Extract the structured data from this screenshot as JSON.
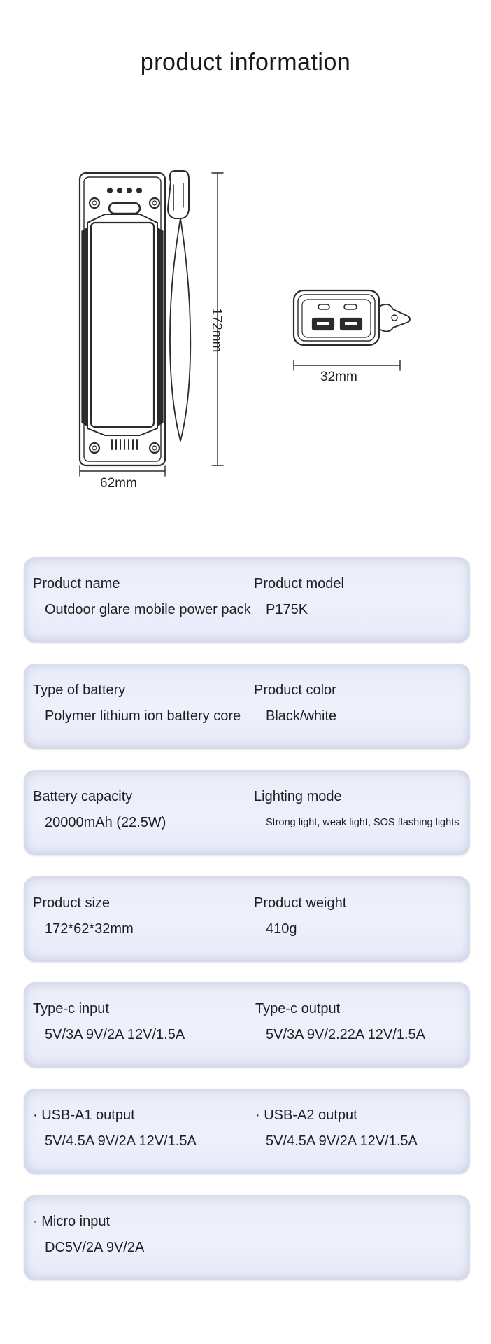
{
  "page": {
    "title": "product information"
  },
  "dimensions": {
    "height": "172mm",
    "width": "62mm",
    "depth": "32mm"
  },
  "specs": [
    {
      "left": {
        "label": "Product name",
        "value": "Outdoor glare mobile power pack"
      },
      "right": {
        "label": "Product model",
        "value": "P175K"
      }
    },
    {
      "left": {
        "label": "Type of battery",
        "value": "Polymer lithium ion battery core"
      },
      "right": {
        "label": "Product color",
        "value": "Black/white"
      }
    },
    {
      "left": {
        "label": "Battery capacity",
        "value": "20000mAh (22.5W)"
      },
      "right": {
        "label": "Lighting mode",
        "value": "Strong light, weak light, SOS flashing lights"
      }
    },
    {
      "left": {
        "label": "Product size",
        "value": "172*62*32mm"
      },
      "right": {
        "label": "Product weight",
        "value": "410g"
      }
    },
    {
      "left": {
        "label": "Type-c input",
        "value": "5V/3A 9V/2A 12V/1.5A"
      },
      "right": {
        "label": "Type-c output",
        "value": "5V/3A 9V/2.22A 12V/1.5A"
      }
    },
    {
      "left": {
        "label": "· USB-A1 output",
        "value": "5V/4.5A 9V/2A 12V/1.5A"
      },
      "right": {
        "label": "· USB-A2 output",
        "value": "5V/4.5A 9V/2A 12V/1.5A"
      }
    },
    {
      "left": {
        "label": "· Micro input",
        "value": "DC5V/2A 9V/2A"
      }
    }
  ]
}
